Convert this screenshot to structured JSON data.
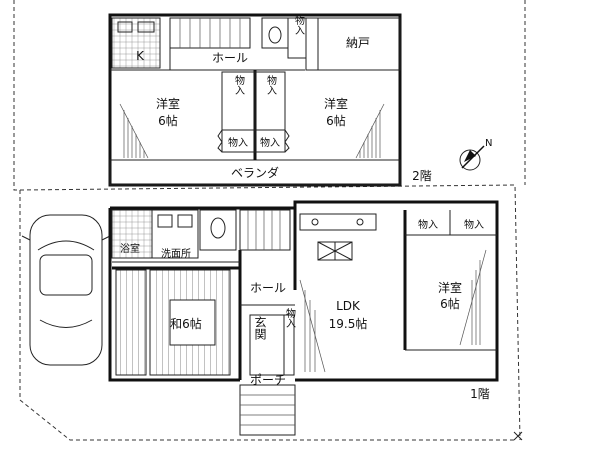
{
  "floor2": {
    "floor_label": "2階",
    "kitchenette": "K",
    "hall": "ホール",
    "storage": "物入",
    "closet": "納戸",
    "room_left": {
      "name": "洋室",
      "size": "6帖"
    },
    "room_right": {
      "name": "洋室",
      "size": "6帖"
    },
    "closet_mid_a": "物入",
    "closet_mid_b": "物入",
    "closet_small_a": "物入",
    "closet_small_b": "物入",
    "veranda": "ベランダ"
  },
  "floor1": {
    "floor_label": "1階",
    "bath": "浴室",
    "washroom": "洗面所",
    "hall": "ホール",
    "japanese_room": "和6帖",
    "entrance": "玄関",
    "shoe_storage": "物入",
    "ldk": {
      "name": "LDK",
      "size": "19.5帖"
    },
    "western_room": {
      "name": "洋室",
      "size": "6帖"
    },
    "closet_a": "物入",
    "closet_b": "物入",
    "porch": "ポーチ"
  },
  "compass": {
    "label": "N"
  }
}
